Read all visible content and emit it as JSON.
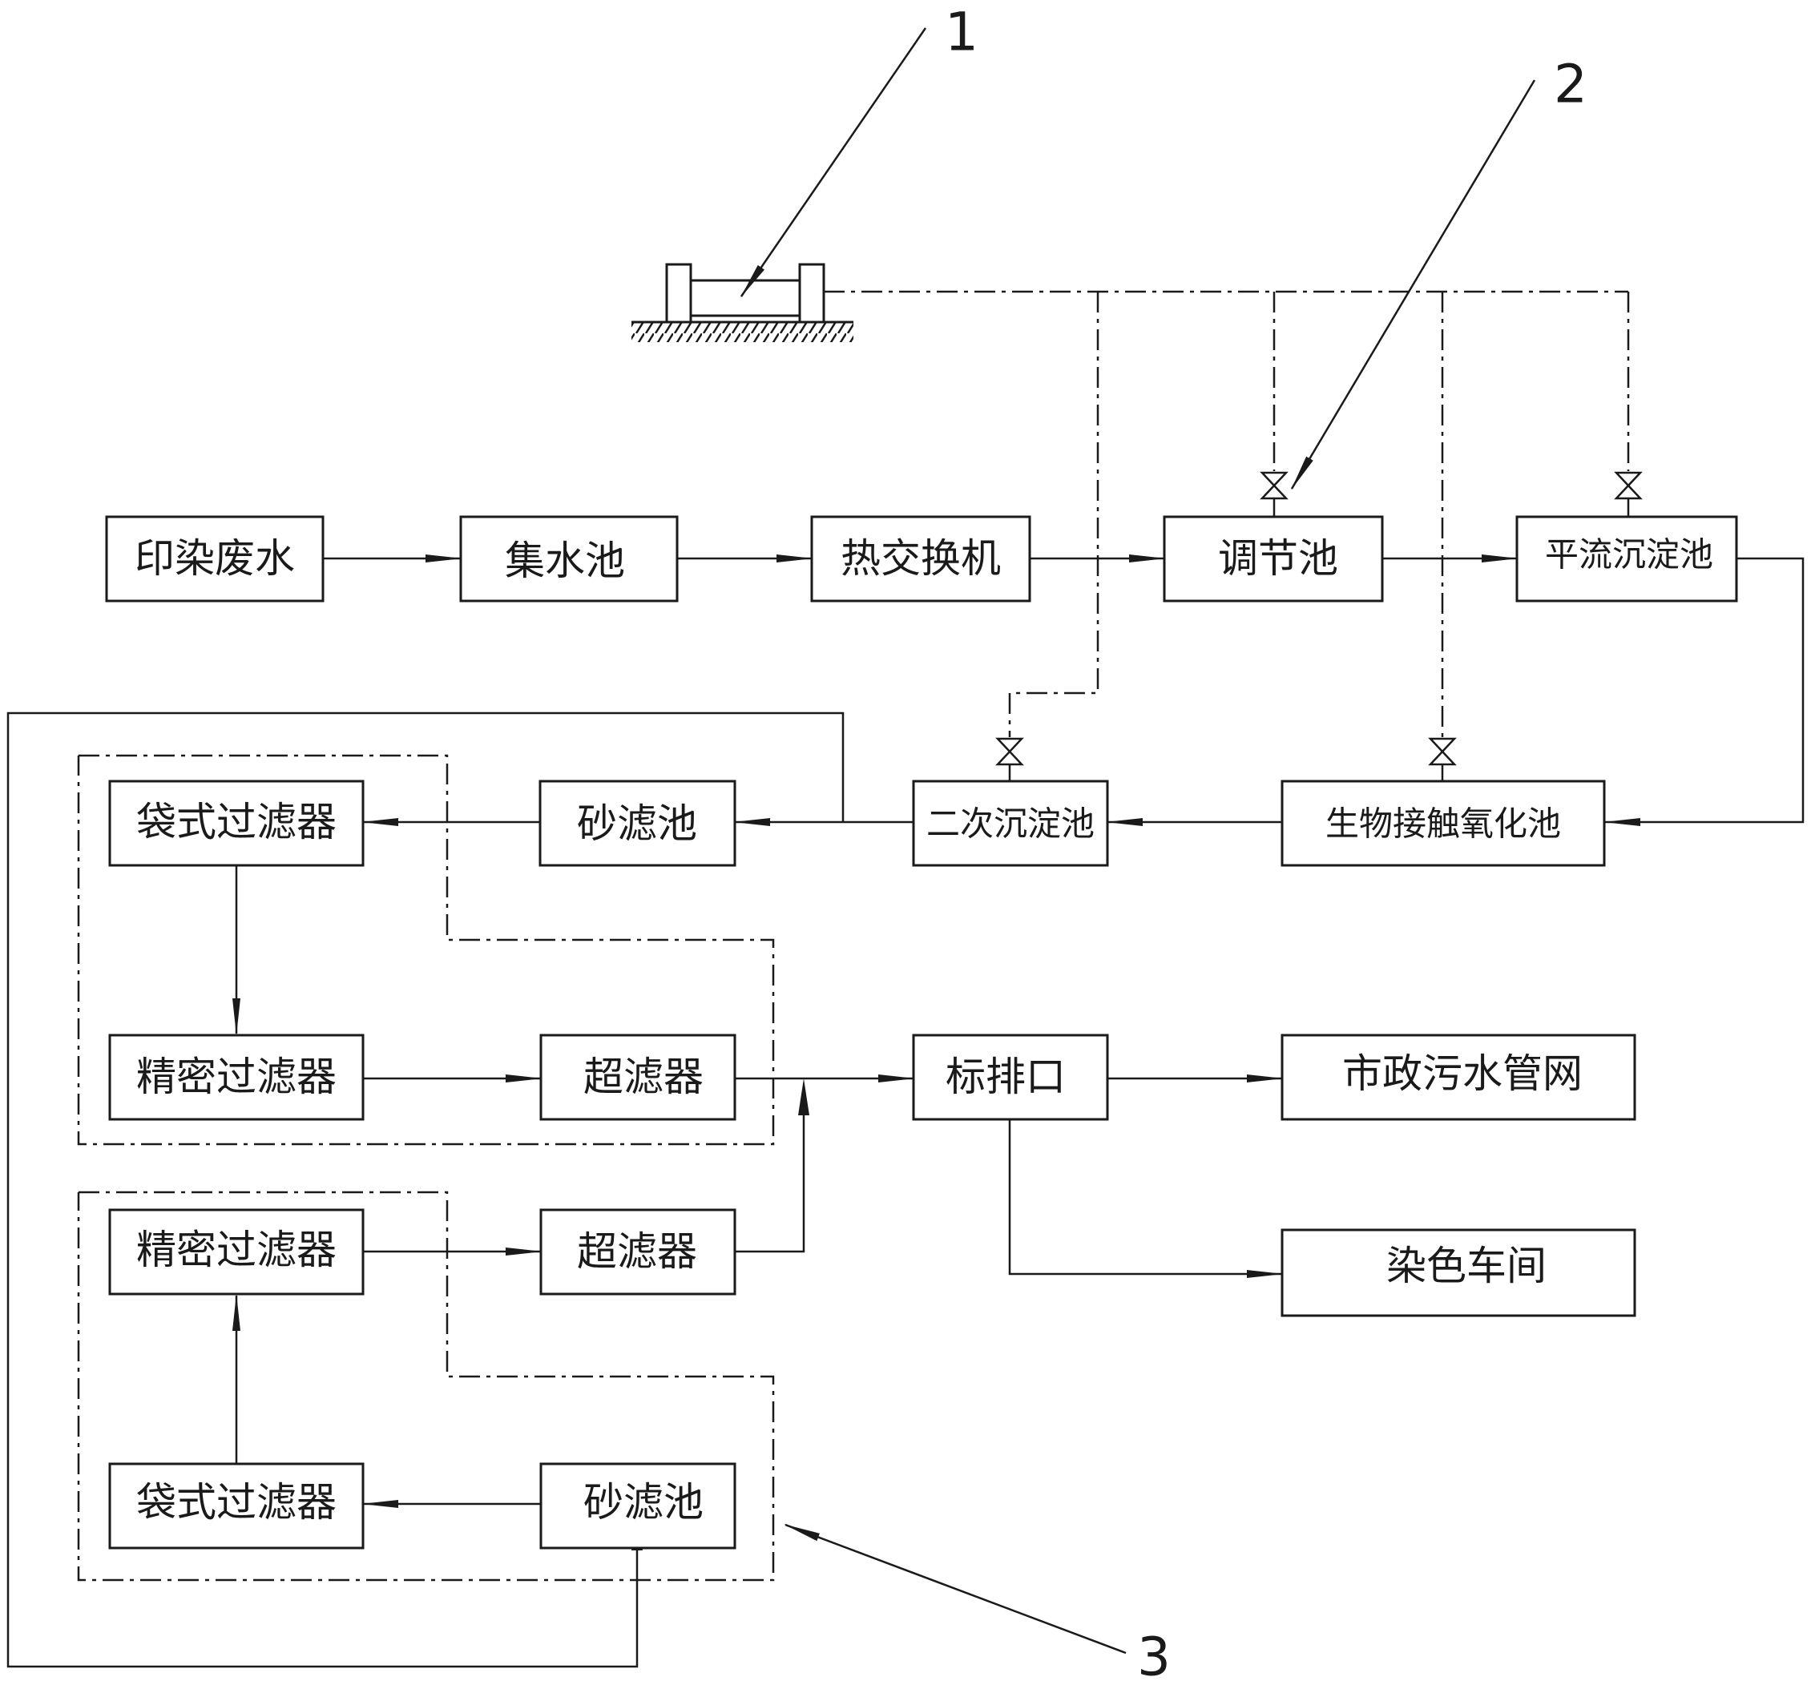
{
  "nodes": {
    "wastewater": "印染废水",
    "collection_tank": "集水池",
    "heat_exchanger": "热交换机",
    "regulating_tank": "调节池",
    "advection_sedimentation": "平流沉淀池",
    "bio_contact_oxidation": "生物接触氧化池",
    "secondary_sedimentation": "二次沉淀池",
    "sand_filter_a": "砂滤池",
    "bag_filter_a": "袋式过滤器",
    "precision_filter_a": "精密过滤器",
    "ultrafilter_a": "超滤器",
    "precision_filter_b": "精密过滤器",
    "ultrafilter_b": "超滤器",
    "bag_filter_b": "袋式过滤器",
    "sand_filter_b": "砂滤池",
    "standard_outlet": "标排口",
    "municipal_sewer": "市政污水管网",
    "dyeing_workshop": "染色车间"
  },
  "callouts": {
    "c1": "1",
    "c2": "2",
    "c3": "3"
  },
  "colors": {
    "line": "#1a1a1a",
    "background": "#ffffff"
  }
}
